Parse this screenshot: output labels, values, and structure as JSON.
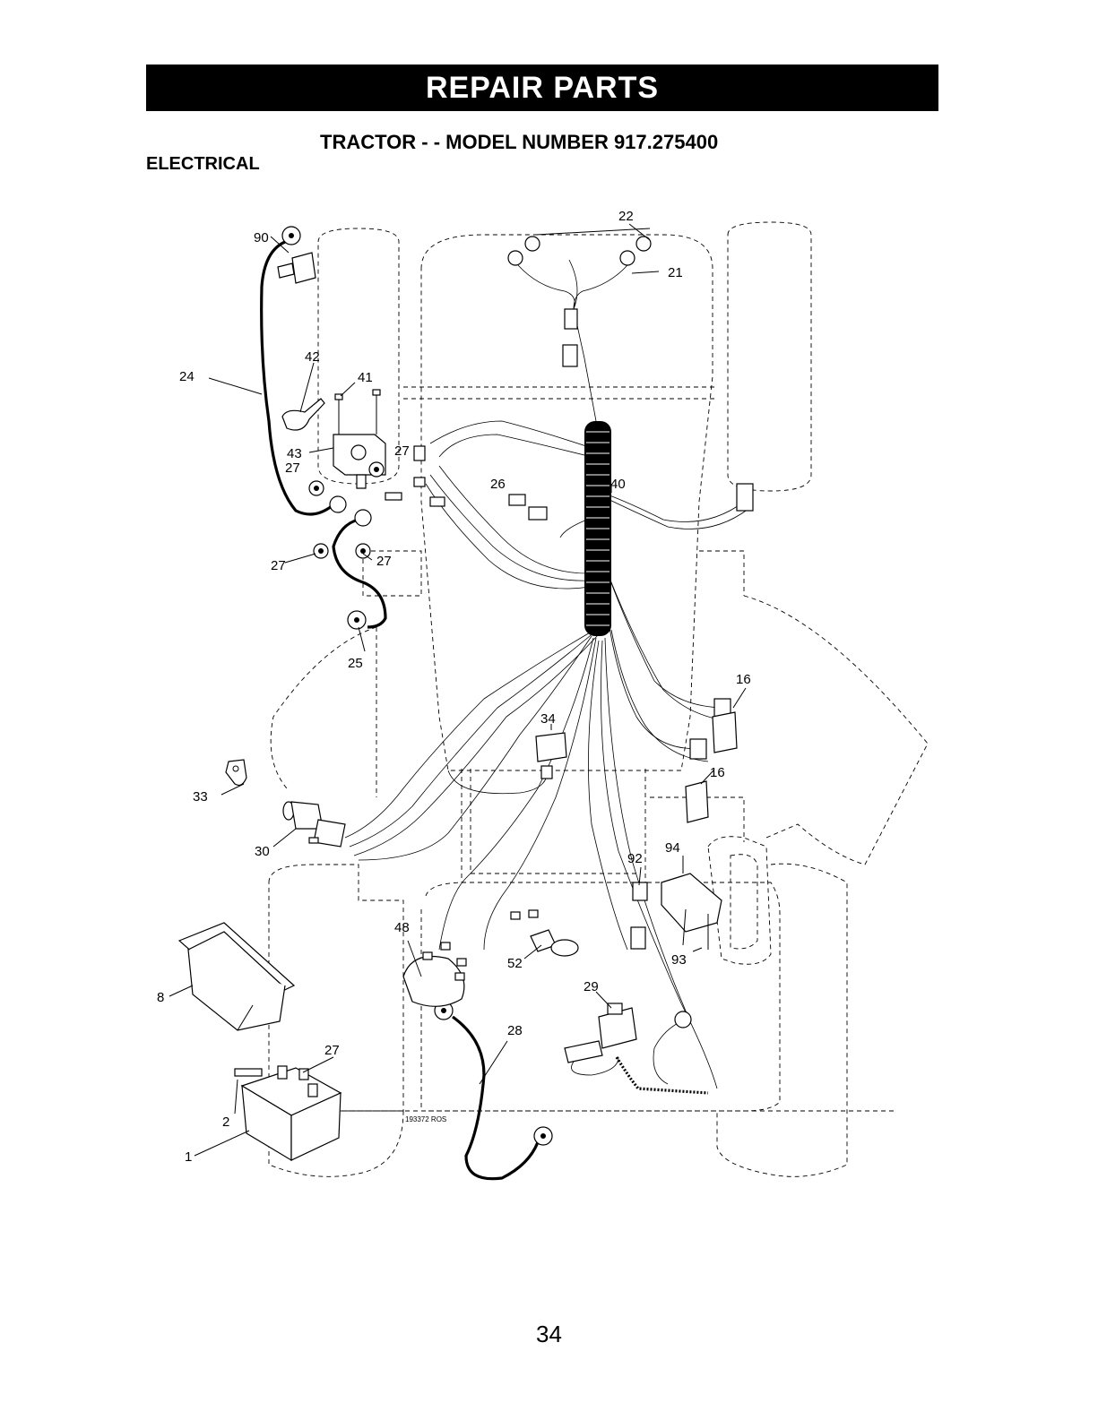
{
  "header": {
    "banner": "REPAIR PARTS"
  },
  "title": {
    "model": "TRACTOR - - MODEL NUMBER 917.275400",
    "section": "ELECTRICAL"
  },
  "diagram": {
    "drawing_code": "193372 ROS",
    "callouts": [
      "1",
      "2",
      "8",
      "16",
      "16",
      "21",
      "22",
      "24",
      "25",
      "26",
      "27",
      "27",
      "27",
      "27",
      "27",
      "28",
      "29",
      "30",
      "33",
      "34",
      "40",
      "41",
      "42",
      "43",
      "48",
      "52",
      "90",
      "92",
      "93",
      "94"
    ]
  },
  "footer": {
    "page_number": "34"
  }
}
